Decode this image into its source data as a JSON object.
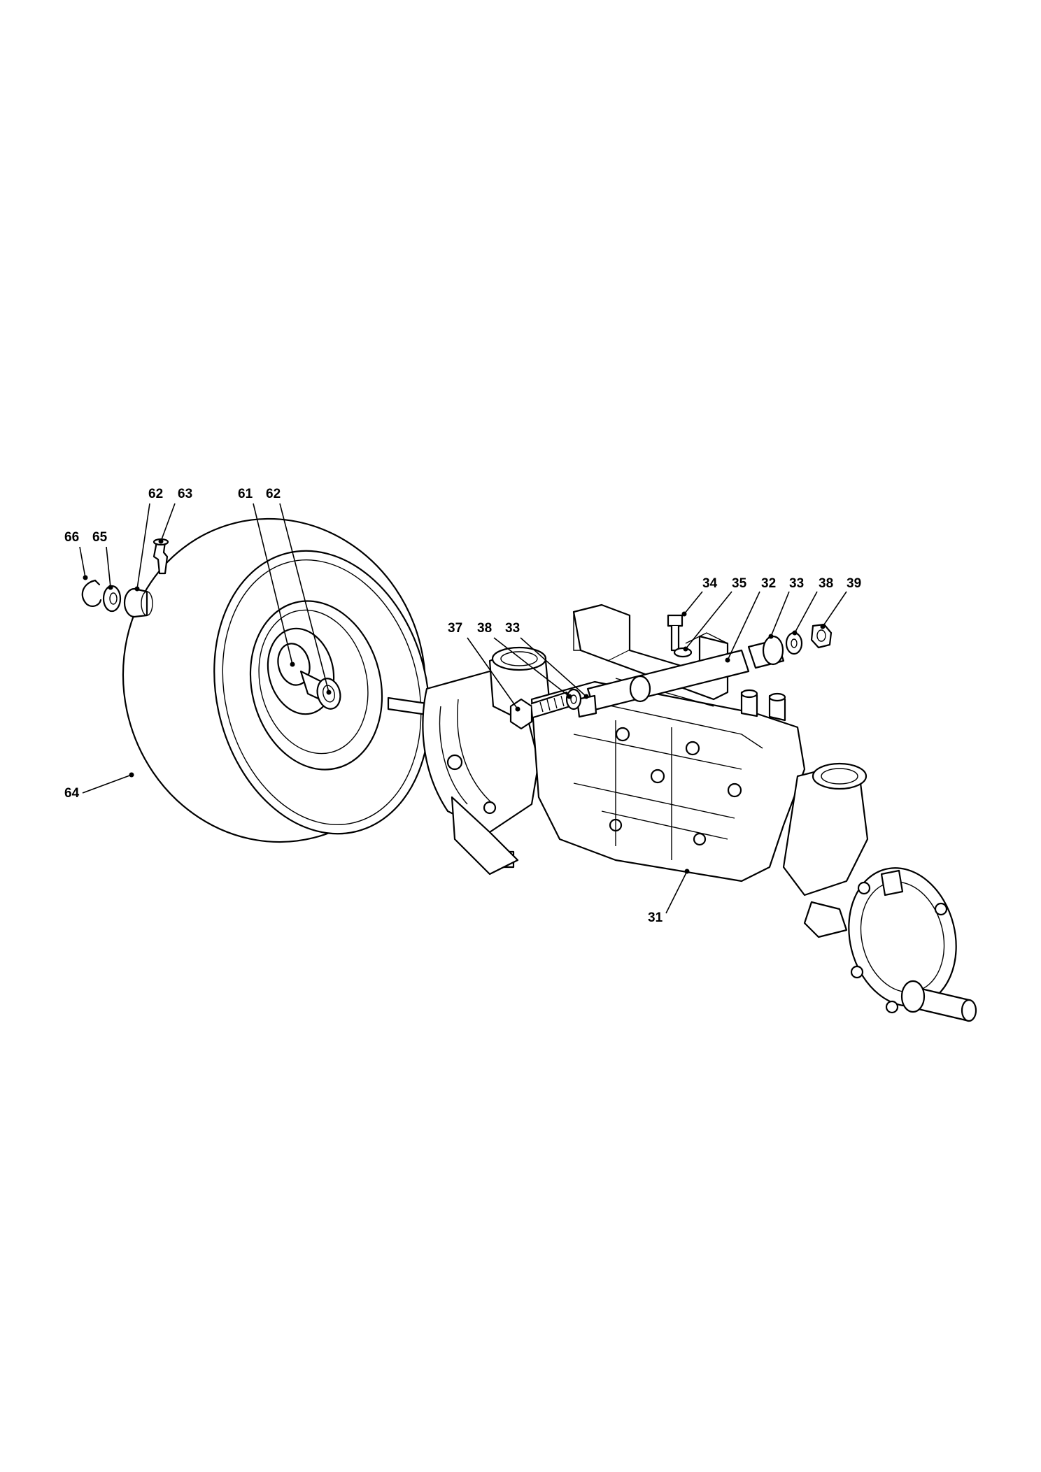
{
  "diagram": {
    "type": "exploded-parts-view",
    "callouts": {
      "c66": "66",
      "c65": "65",
      "c62a": "62",
      "c63": "63",
      "c61": "61",
      "c62b": "62",
      "c64": "64",
      "c37": "37",
      "c38a": "38",
      "c33a": "33",
      "c34": "34",
      "c35": "35",
      "c32": "32",
      "c33b": "33",
      "c38b": "38",
      "c39": "39",
      "c31": "31"
    }
  }
}
